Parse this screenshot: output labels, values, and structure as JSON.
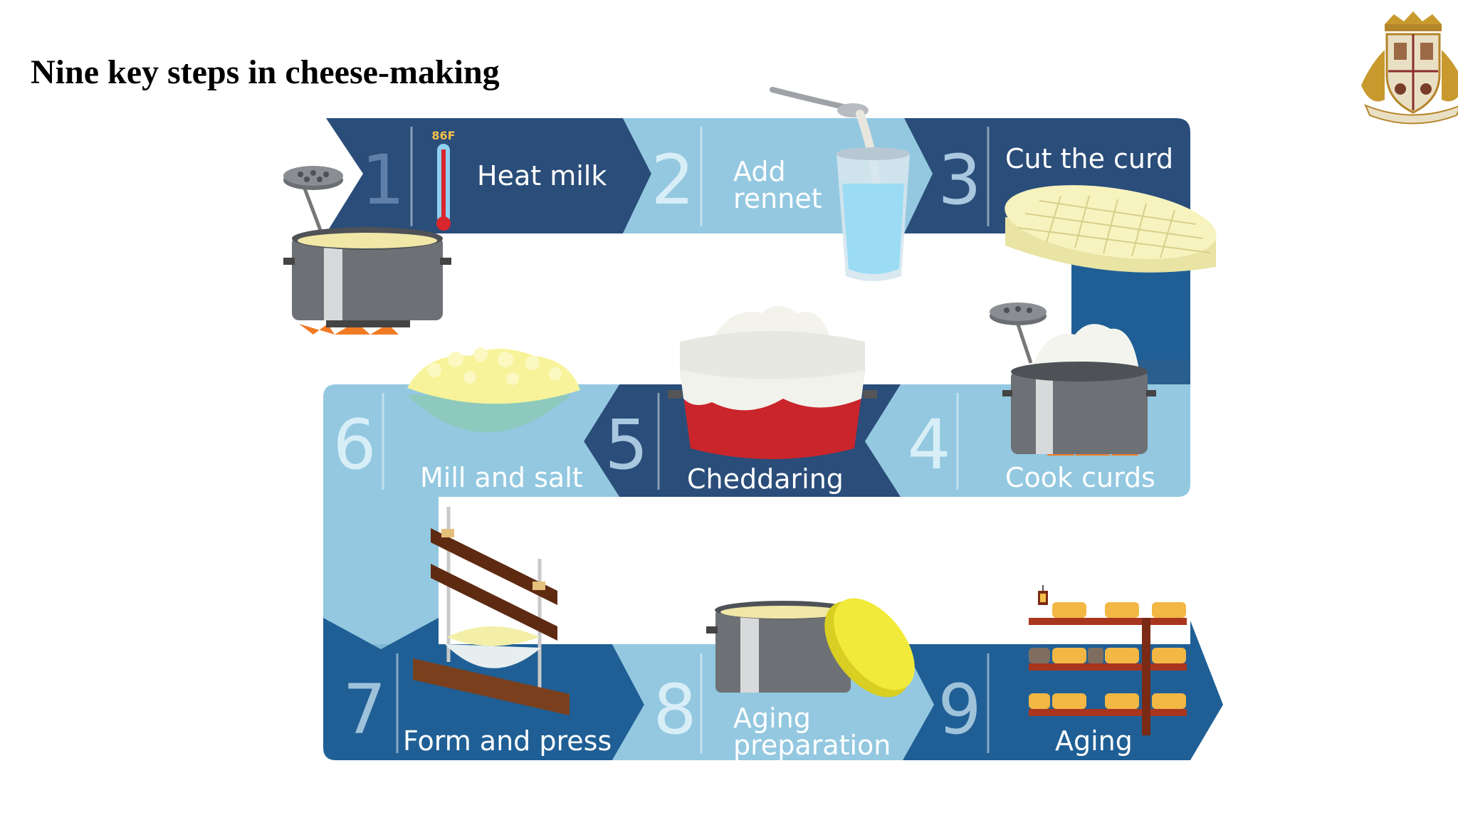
{
  "title": "Nine key steps in cheese-making",
  "thermometer_label": "86F",
  "steps": [
    {
      "number": "1",
      "label_lines": [
        "Heat milk"
      ]
    },
    {
      "number": "2",
      "label_lines": [
        "Add",
        "rennet"
      ]
    },
    {
      "number": "3",
      "label_lines": [
        "Cut the curd"
      ]
    },
    {
      "number": "4",
      "label_lines": [
        "Cook curds"
      ]
    },
    {
      "number": "5",
      "label_lines": [
        "Cheddaring"
      ]
    },
    {
      "number": "6",
      "label_lines": [
        "Mill and salt"
      ]
    },
    {
      "number": "7",
      "label_lines": [
        "Form and press"
      ]
    },
    {
      "number": "8",
      "label_lines": [
        "Aging",
        "preparation"
      ]
    },
    {
      "number": "9",
      "label_lines": [
        "Aging"
      ]
    }
  ],
  "colors": {
    "dark_blue": "#2a4d7a",
    "mid_blue": "#1f5f95",
    "light_blue": "#93c8e0",
    "pale_blue": "#a8d4e8",
    "pot_gray": "#6d7176",
    "cheese_yellow": "#f4ef9a",
    "sauce_red": "#c9252b",
    "wood_brown": "#7a3f1d",
    "flame_orange": "#f07a22"
  },
  "icons": [
    "crest-logo",
    "pot-icon",
    "thermometer-icon",
    "spoon-icon",
    "glass-icon",
    "cheese-wheel-icon",
    "curds-bowl-icon",
    "cheese-press-icon",
    "cheese-shelf-icon",
    "lantern-icon"
  ]
}
